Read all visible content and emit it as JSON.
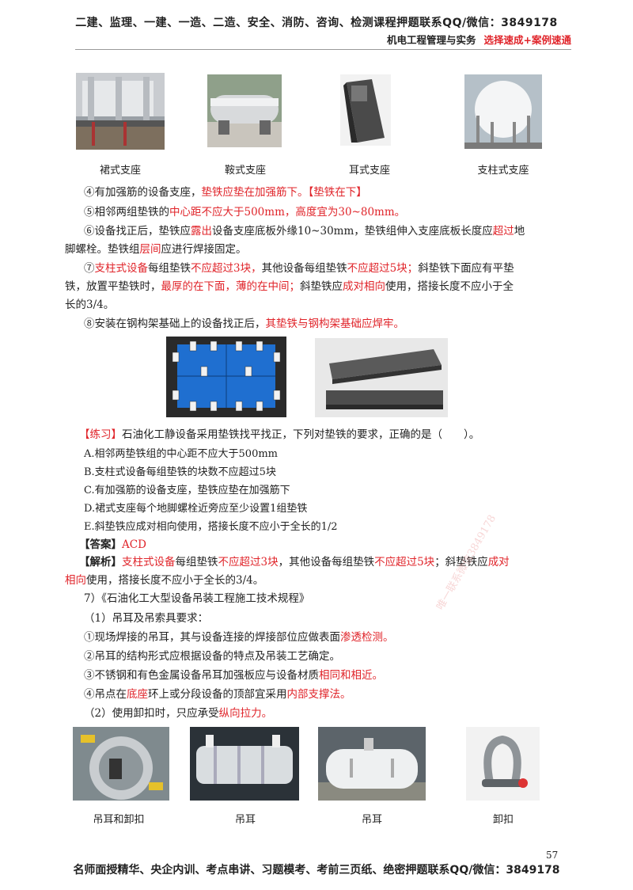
{
  "header": {
    "line1": "二建、监理、一建、一造、二造、安全、消防、咨询、检测课程押题联系QQ/微信：3849178",
    "subject": "机电工程管理与实务",
    "subject_tag": "选择速成+案例速通"
  },
  "support_images": [
    {
      "caption": "裙式支座",
      "icon": "skirt-support-photo"
    },
    {
      "caption": "鞍式支座",
      "icon": "saddle-support-photo"
    },
    {
      "caption": "耳式支座",
      "icon": "lug-support-photo"
    },
    {
      "caption": "支柱式支座",
      "icon": "column-support-photo"
    }
  ],
  "items": {
    "item4": {
      "a": "④有加强筋的设备支座，",
      "b": "垫铁应垫在加强筋下。【垫铁在下】"
    },
    "item5": {
      "a": "⑤相邻两组垫铁的",
      "b": "中心距不应大于500mm，高度宜为30~80mm。"
    },
    "item6": {
      "a": "⑥设备找正后，垫铁应",
      "b": "露出",
      "c": "设备支座底板外缘10~30mm，垫铁组伸入支座底板长度应",
      "d": "超过",
      "e": "地",
      "f": "脚螺栓。垫铁组",
      "g": "层间",
      "h": "应进行焊接固定。"
    },
    "item7": {
      "a": "⑦",
      "b": "支柱式设备",
      "c": "每组垫铁",
      "d": "不应超过3块，",
      "e": "其他设备每组垫铁",
      "f": "不应超过5块；",
      "g": "斜垫铁下面应有平垫",
      "h": "铁，放置平垫铁时，",
      "i": "最厚的在下面，薄的在中间；",
      "j": "斜垫铁应",
      "k": "成对相向",
      "l": "使用，搭接长度不应小于全",
      "m": "长的3/4。"
    },
    "item8": {
      "a": "⑧安装在钢构架基础上的设备找正后，",
      "b": "其垫铁与钢构架基础应焊牢。"
    }
  },
  "exercise": {
    "tag": "【练习】",
    "question": "石油化工静设备采用垫铁找平找正，下列对垫铁的要求，正确的是（　　）。",
    "options": [
      "A.相邻两垫铁组的中心距不应大于500mm",
      "B.支柱式设备每组垫铁的块数不应超过5块",
      "C.有加强筋的设备支座，垫铁应垫在加强筋下",
      "D.裙式支座每个地脚螺栓近旁应至少设置1组垫铁",
      "E.斜垫铁应成对相向使用，搭接长度不应小于全长的1/2"
    ],
    "answer_tag": "【答案】",
    "answer": "ACD",
    "analysis_tag": "【解析】",
    "analysis": {
      "a": "支柱式设备",
      "b": "每组垫铁",
      "c": "不应超过3块",
      "d": "，其他设备每组垫铁",
      "e": "不应超过5块",
      "f": "；斜垫铁应",
      "g": "成对",
      "h": "相向",
      "i": "使用，搭接长度不应小于全长的3/4。"
    }
  },
  "section7": {
    "title": "7）《石油化工大型设备吊装工程施工技术规程》",
    "sub1": "（1）吊耳及吊索具要求：",
    "l1": {
      "a": "①现场焊接的吊耳，其与设备连接的焊接部位应做表面",
      "b": "渗透检测。"
    },
    "l2": "②吊耳的结构形式应根据设备的特点及吊装工艺确定。",
    "l3": {
      "a": "③不锈钢和有色金属设备吊耳加强板应与设备材质",
      "b": "相同和相近。"
    },
    "l4": {
      "a": "④吊点在",
      "b": "底座",
      "c": "环上或分段设备的顶部宜采用",
      "d": "内部支撑法。"
    },
    "sub2": {
      "a": "（2）使用卸扣时，只应承受",
      "b": "纵向拉力。"
    }
  },
  "lift_images": [
    {
      "caption": "吊耳和卸扣",
      "icon": "lug-and-shackle-photo"
    },
    {
      "caption": "吊耳",
      "icon": "lifting-lug-photo"
    },
    {
      "caption": "吊耳",
      "icon": "lifting-lug-photo"
    },
    {
      "caption": "卸扣",
      "icon": "shackle-photo"
    }
  ],
  "footer": "名师面授精华、央企内训、考点串讲、习题模考、考前三页纸、绝密押题联系QQ/微信：3849178",
  "page_number": "57",
  "watermark": "唯一联系微信3849178"
}
